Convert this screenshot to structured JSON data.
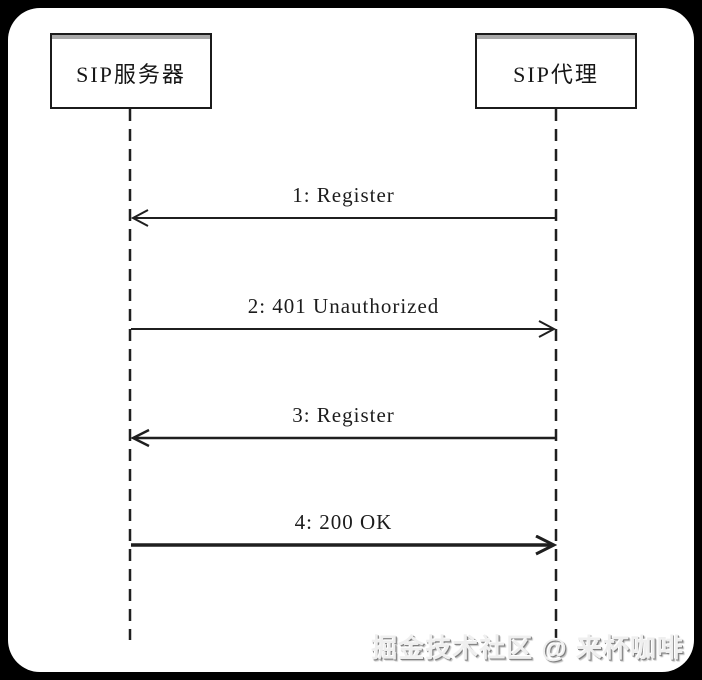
{
  "diagram": {
    "type": "sequence",
    "actors": [
      {
        "label": "SIP服务器"
      },
      {
        "label": "SIP代理"
      }
    ],
    "messages": [
      {
        "label": "1: Register",
        "direction": "left",
        "weight": "thin"
      },
      {
        "label": "2: 401 Unauthorized",
        "direction": "right",
        "weight": "thin"
      },
      {
        "label": "3: Register",
        "direction": "left",
        "weight": "medium"
      },
      {
        "label": "4: 200  OK",
        "direction": "right",
        "weight": "thick"
      }
    ]
  },
  "watermark": {
    "text": "掘金技术社区 @ 来杯咖啡"
  },
  "colors": {
    "line": "#1f1f1f",
    "canvas": "#ffffff",
    "frame": "#000000",
    "box_top_highlight": "#a9a9a9",
    "watermark_shadow": "#7f7f7f"
  }
}
